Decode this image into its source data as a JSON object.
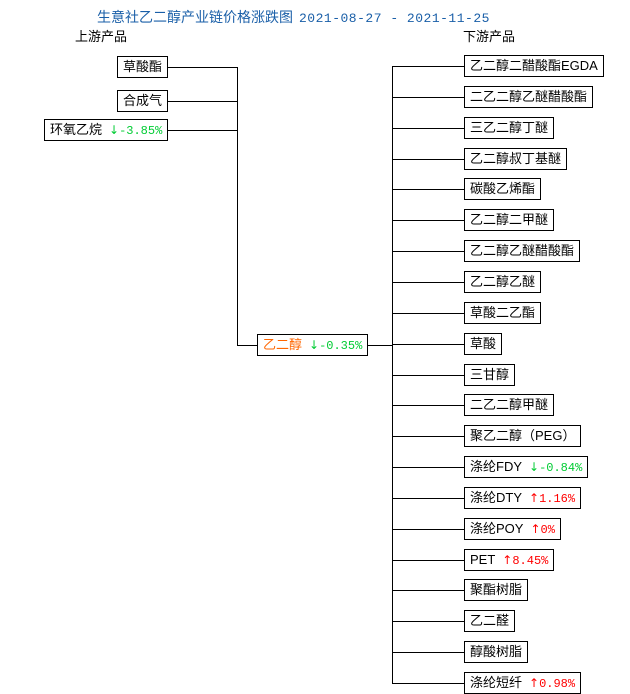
{
  "chart_data": {
    "type": "diagram",
    "title": "生意社乙二醇产业链价格涨跌图",
    "date_range": "2021-08-27 - 2021-11-25",
    "center": {
      "label": "乙二醇",
      "arrow": "↓",
      "change": "-0.35%",
      "direction": "down"
    },
    "upstream_header": "上游产品",
    "downstream_header": "下游产品",
    "upstream": [
      {
        "label": "草酸酯",
        "arrow": "",
        "change": "",
        "direction": "none"
      },
      {
        "label": "合成气",
        "arrow": "",
        "change": "",
        "direction": "none"
      },
      {
        "label": "环氧乙烷",
        "arrow": "↓",
        "change": "-3.85%",
        "direction": "down"
      }
    ],
    "downstream": [
      {
        "label": "乙二醇二醋酸酯EGDA",
        "arrow": "",
        "change": "",
        "direction": "none"
      },
      {
        "label": "二乙二醇乙醚醋酸酯",
        "arrow": "",
        "change": "",
        "direction": "none"
      },
      {
        "label": "三乙二醇丁醚",
        "arrow": "",
        "change": "",
        "direction": "none"
      },
      {
        "label": "乙二醇叔丁基醚",
        "arrow": "",
        "change": "",
        "direction": "none"
      },
      {
        "label": "碳酸乙烯酯",
        "arrow": "",
        "change": "",
        "direction": "none"
      },
      {
        "label": "乙二醇二甲醚",
        "arrow": "",
        "change": "",
        "direction": "none"
      },
      {
        "label": "乙二醇乙醚醋酸酯",
        "arrow": "",
        "change": "",
        "direction": "none"
      },
      {
        "label": "乙二醇乙醚",
        "arrow": "",
        "change": "",
        "direction": "none"
      },
      {
        "label": "草酸二乙酯",
        "arrow": "",
        "change": "",
        "direction": "none"
      },
      {
        "label": "草酸",
        "arrow": "",
        "change": "",
        "direction": "none"
      },
      {
        "label": "三甘醇",
        "arrow": "",
        "change": "",
        "direction": "none"
      },
      {
        "label": "二乙二醇甲醚",
        "arrow": "",
        "change": "",
        "direction": "none"
      },
      {
        "label": "聚乙二醇（PEG）",
        "arrow": "",
        "change": "",
        "direction": "none"
      },
      {
        "label": "涤纶FDY",
        "arrow": "↓",
        "change": "-0.84%",
        "direction": "down"
      },
      {
        "label": "涤纶DTY",
        "arrow": "↑",
        "change": "1.16%",
        "direction": "up"
      },
      {
        "label": "涤纶POY",
        "arrow": "↑",
        "change": "0%",
        "direction": "up"
      },
      {
        "label": "PET",
        "arrow": "↑",
        "change": "8.45%",
        "direction": "up"
      },
      {
        "label": "聚酯树脂",
        "arrow": "",
        "change": "",
        "direction": "none"
      },
      {
        "label": "乙二醛",
        "arrow": "",
        "change": "",
        "direction": "none"
      },
      {
        "label": "醇酸树脂",
        "arrow": "",
        "change": "",
        "direction": "none"
      },
      {
        "label": "涤纶短纤",
        "arrow": "↑",
        "change": "0.98%",
        "direction": "up"
      }
    ],
    "colors": {
      "title": "#1a5fa8",
      "center_label": "#ff6600",
      "increase": "#ff0000",
      "decrease": "#00cc33",
      "line": "#000000",
      "text": "#000000"
    }
  }
}
